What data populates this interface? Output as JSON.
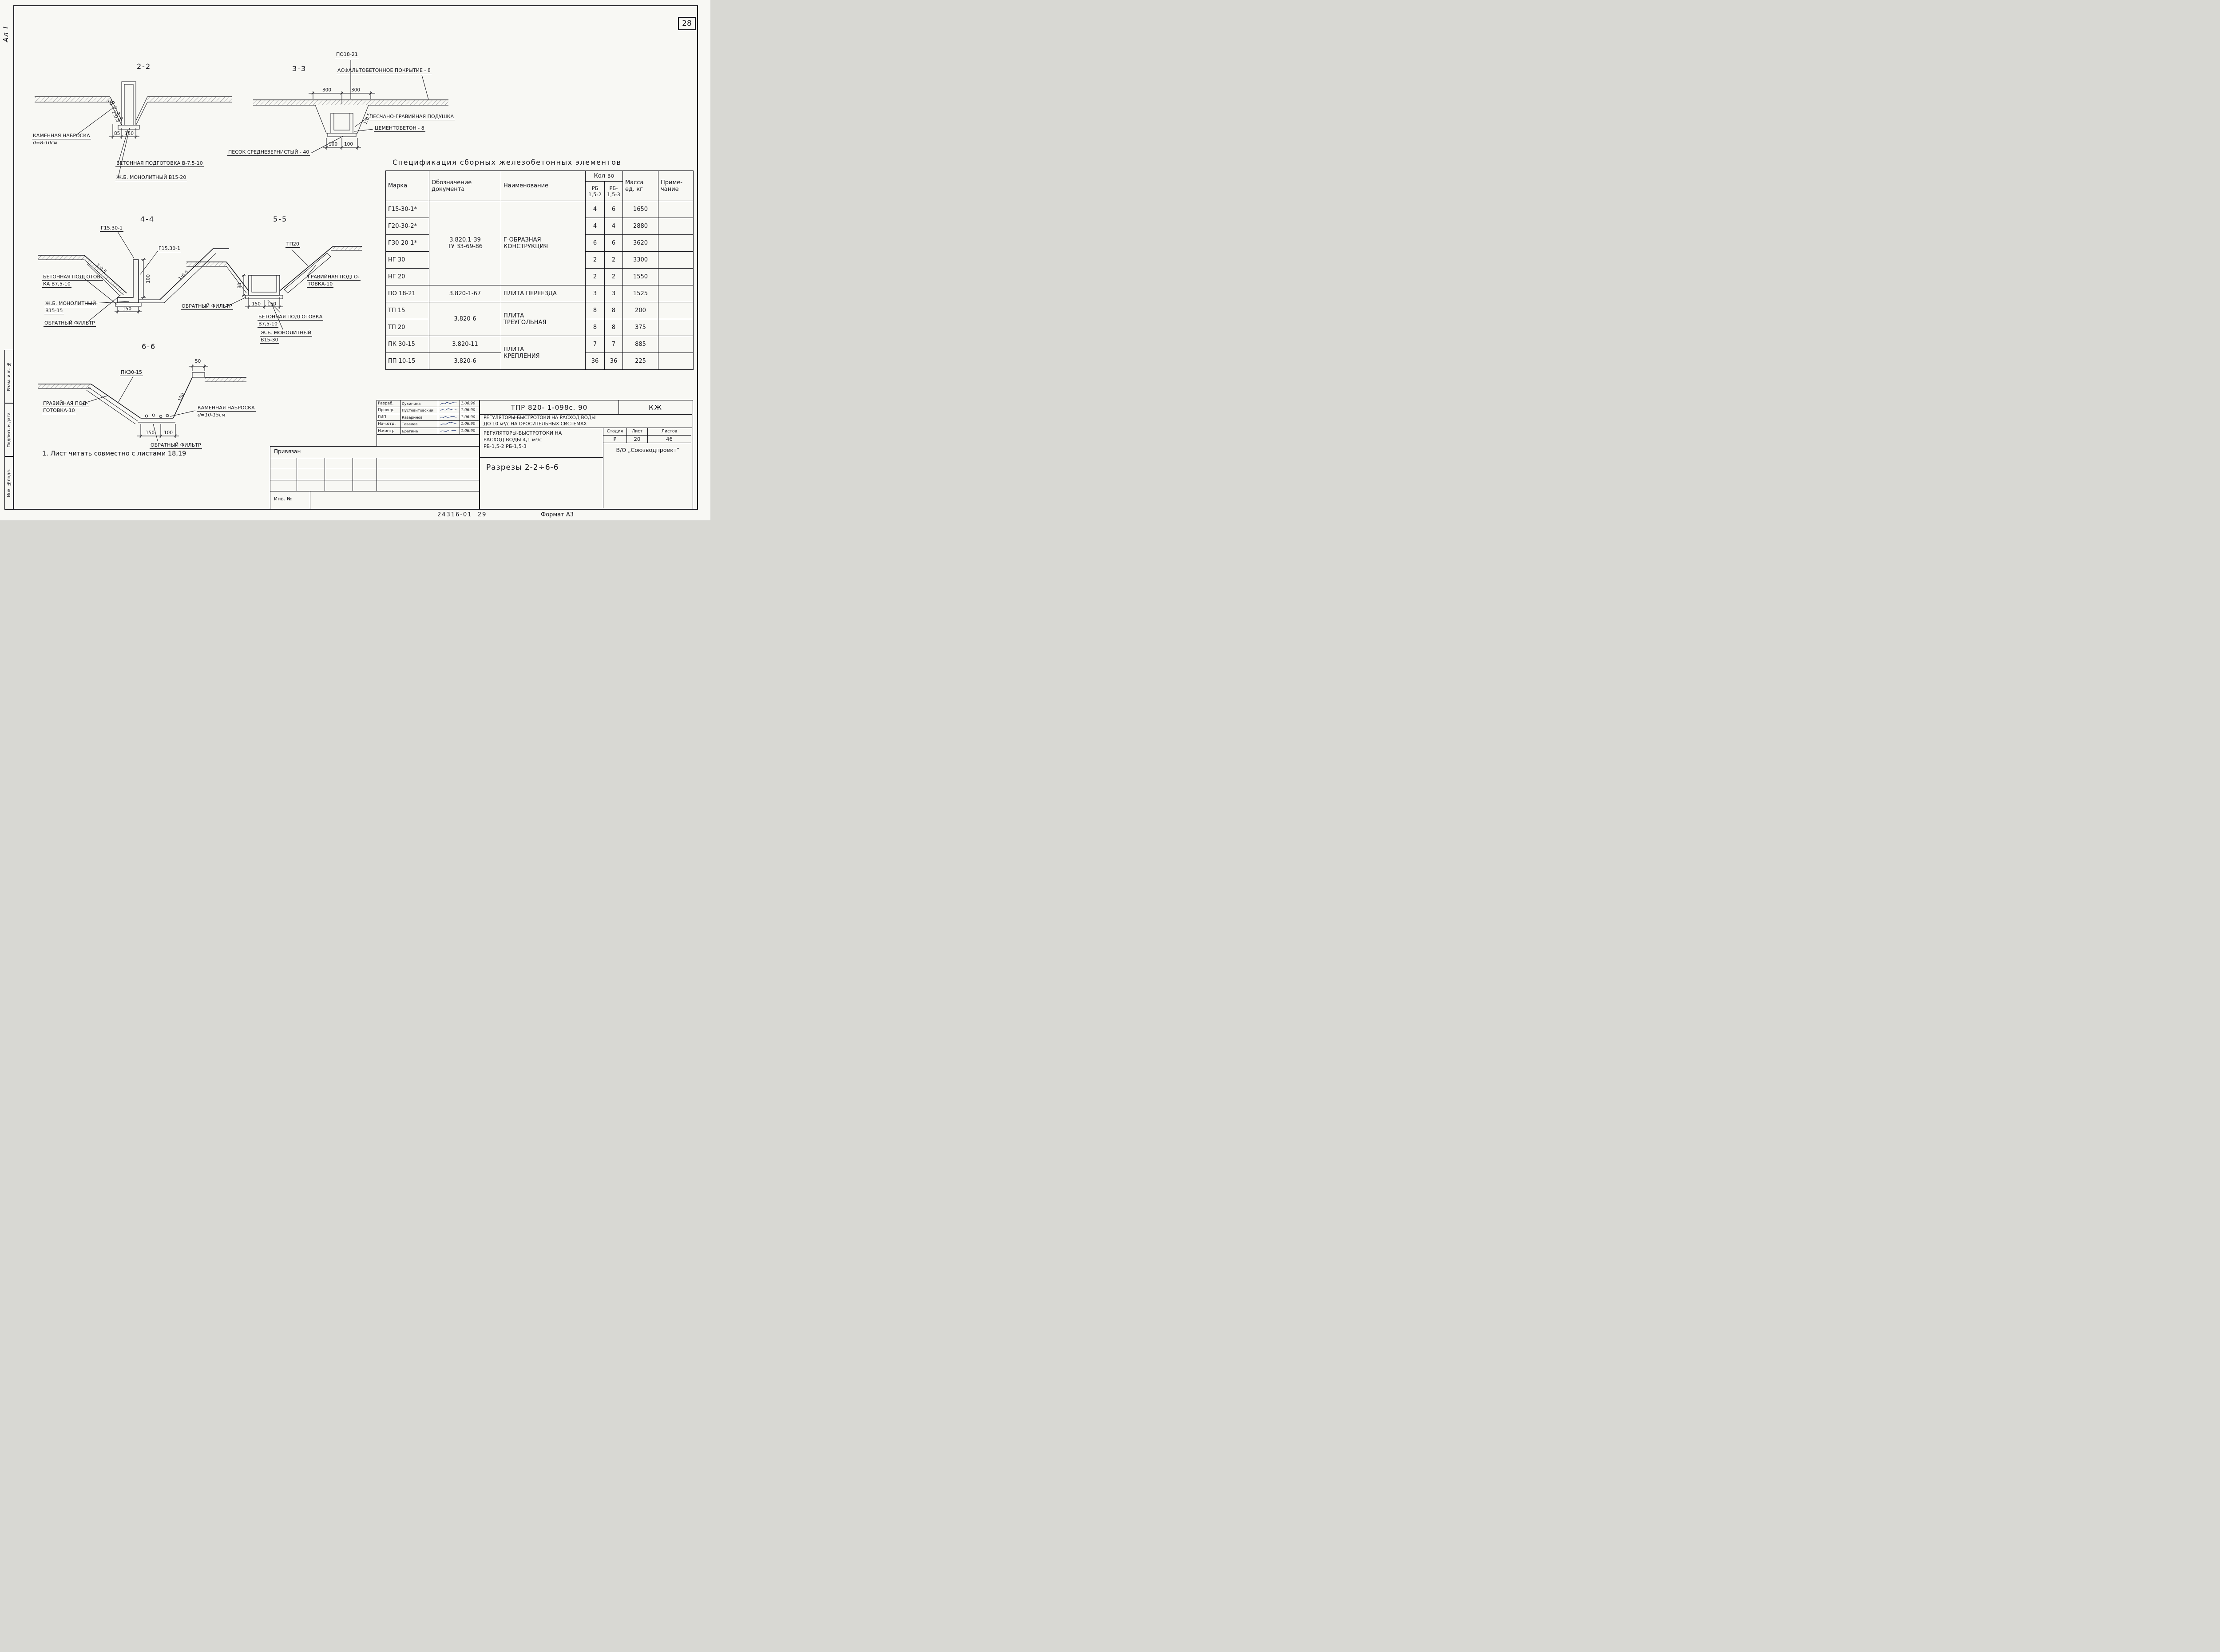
{
  "sheet": {
    "number": "28",
    "album": "Ал I",
    "note": "1. Лист читать совместно с листами 18,19",
    "stamp_code": "24316-01  29",
    "format_label": "Формат А3"
  },
  "margin": {
    "box1": "Взам. инв. №",
    "box2": "Подпись и дата",
    "box3": "Инв. №подл."
  },
  "s22": {
    "title": "2-2",
    "dim30": "30",
    "slope": "1:0.5",
    "dim85": "85",
    "dim150": "150",
    "rock1": "КАМЕННАЯ НАБРОСКА",
    "rock2": "d=8-10см",
    "concrete": "БЕТОННАЯ ПОДГОТОВКА В-7,5-10",
    "monolith": "Ж.Б. МОНОЛИТНЫЙ В15-20"
  },
  "s33": {
    "title": "3-3",
    "po": "ПО18-21",
    "asphalt": "АСФАЛЬТОБЕТОННОЕ ПОКРЫТИЕ - 8",
    "dim300l": "300",
    "dim300r": "300",
    "slope": "1:0.5",
    "dim100l": "100",
    "dim100r": "100",
    "cushion": "ПЕСЧАНО-ГРАВИЙНАЯ ПОДУШКА",
    "cement": "ЦЕМЕНТОБЕТОН - 8",
    "sand": "ПЕСОК СРЕДНЕЗЕРНИСТЫЙ - 40"
  },
  "s44": {
    "title": "4-4",
    "g1": "Г15.30-1",
    "g2": "Г15.30-1",
    "slope1": "1:0.5",
    "slope2": "1:0.5",
    "dim100": "100",
    "dim150": "150",
    "concrete1": "БЕТОННАЯ ПОДГОТОВ-",
    "concrete2": "КА В7,5-10",
    "monolith1": "Ж.Б. МОНОЛИТНЫЙ",
    "monolith2": "В15-15",
    "filter": "ОБРАТНЫЙ ФИЛЬТР"
  },
  "s55": {
    "title": "5-5",
    "tp": "ТП20",
    "dim80": "80",
    "dim150l": "150",
    "dim150r": "150",
    "gravel1": "ГРАВИЙНАЯ ПОДГО-",
    "gravel2": "ТОВКА-10",
    "filter": "ОБРАТНЫЙ ФИЛЬТР",
    "concrete1": "БЕТОННАЯ ПОДГОТОВКА",
    "concrete2": "В7,5-10",
    "monolith1": "Ж.Б. МОНОЛИТНЫЙ",
    "monolith2": "В15-30"
  },
  "s66": {
    "title": "6-6",
    "pk": "ПК30-15",
    "dim50": "50",
    "dim100s": "100",
    "dim150": "150",
    "dim100": "100",
    "gravel1": "ГРАВИЙНАЯ ПОД-",
    "gravel2": "ГОТОВКА-10",
    "rock1": "КАМЕННАЯ НАБРОСКА",
    "rock2": "d=10-15см",
    "filter": "ОБРАТНЫЙ ФИЛЬТР"
  },
  "spec": {
    "title": "Спецификация сборных железобетонных элементов",
    "h_mark": "Марка",
    "h_doc": "Обозначение\nдокумента",
    "h_name": "Наименование",
    "h_qty": "Кол-во",
    "h_q1": "РБ\n1,5-2",
    "h_q2": "РБ-\n1,5-3",
    "h_mass": "Масса\nед. кг",
    "h_note": "Приме-\nчание",
    "doc_g": "3.820.1-39\nТУ 33-69-86",
    "name_g": "Г-ОБРАЗНАЯ\nКОНСТРУКЦИЯ",
    "doc_tp": "3.820-6",
    "name_tp": "ПЛИТА\nТРЕУГОЛЬНАЯ",
    "name_pk": "ПЛИТА\nКРЕПЛЕНИЯ",
    "rows": [
      {
        "mark": "Г15-30-1*",
        "q1": "4",
        "q2": "6",
        "mass": "1650"
      },
      {
        "mark": "Г20-30-2*",
        "q1": "4",
        "q2": "4",
        "mass": "2880"
      },
      {
        "mark": "Г30-20-1*",
        "q1": "6",
        "q2": "6",
        "mass": "3620"
      },
      {
        "mark": "НГ 30",
        "q1": "2",
        "q2": "2",
        "mass": "3300"
      },
      {
        "mark": "НГ 20",
        "q1": "2",
        "q2": "2",
        "mass": "1550"
      },
      {
        "mark": "ПО 18-21",
        "doc": "3.820-1-67",
        "name": "ПЛИТА ПЕРЕЕЗДА",
        "q1": "3",
        "q2": "3",
        "mass": "1525"
      },
      {
        "mark": "ТП 15",
        "q1": "8",
        "q2": "8",
        "mass": "200"
      },
      {
        "mark": "ТП 20",
        "q1": "8",
        "q2": "8",
        "mass": "375"
      },
      {
        "mark": "ПК 30-15",
        "doc": "3.820-11",
        "q1": "7",
        "q2": "7",
        "mass": "885"
      },
      {
        "mark": "ПП 10-15",
        "doc": "3.820-6",
        "q1": "36",
        "q2": "36",
        "mass": "225"
      }
    ]
  },
  "tb": {
    "sign_rows": [
      {
        "role": "Разраб.",
        "name": "Сухинина",
        "date": "1.06.90"
      },
      {
        "role": "Провер.",
        "name": "Пустовитовский",
        "date": "1.06.90"
      },
      {
        "role": "ГИП",
        "name": "Казаринов",
        "date": "1.06.90"
      },
      {
        "role": "Нач.отд.",
        "name": "Тевелев",
        "date": "1.06.90"
      },
      {
        "role": "Н.контр",
        "name": "Брагина",
        "date": "1.06.90"
      }
    ],
    "designation": "ТПР 820- 1-098с. 90",
    "doc_type": "КЖ",
    "project1": "РЕГУЛЯТОРЫ-БЫСТРОТОКИ НА РАСХОД ВОДЫ",
    "project2": "ДО 10 м³/с НА ОРОСИТЕЛЬНЫХ СИСТЕМАХ",
    "object1": "РЕГУЛЯТОРЫ-БЫСТРОТОКИ НА",
    "object2": "РАСХОД ВОДЫ 4,1 м³/с",
    "object3": "РБ-1,5-2  РБ-1,5-3",
    "stage_h": "Стадия",
    "sheet_h": "Лист",
    "sheets_h": "Листов",
    "stage": "Р",
    "sheet": "20",
    "sheets": "46",
    "drawing_title": "Разрезы 2-2÷6-6",
    "org": "В/О „Союзводпроект”",
    "attached": "Привязан",
    "inv": "Инв. №"
  }
}
